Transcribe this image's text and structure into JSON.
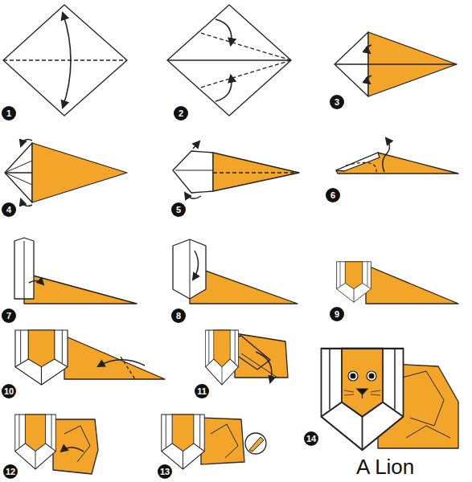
{
  "diagram": {
    "caption": "A Lion",
    "labels": [
      "1",
      "2",
      "3",
      "4",
      "5",
      "6",
      "7",
      "8",
      "9",
      "10",
      "11",
      "12",
      "13",
      "14"
    ]
  }
}
